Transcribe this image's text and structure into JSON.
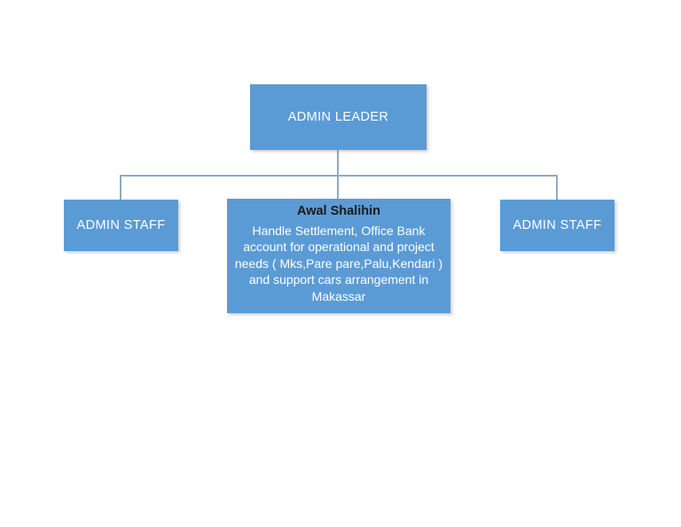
{
  "chart_data": {
    "type": "diagram",
    "diagram_kind": "organizational-chart",
    "title": "",
    "colors": {
      "node_fill": "#5B9BD5",
      "node_text": "#FFFFFF",
      "person_name_text": "#1A1A1A",
      "connector_line": "#8FAAC4",
      "background": "#FFFFFF"
    },
    "nodes": [
      {
        "id": "admin-leader",
        "label": "ADMIN LEADER",
        "level": 0
      },
      {
        "id": "admin-staff-left",
        "label": "ADMIN STAFF",
        "level": 1
      },
      {
        "id": "admin-staff-detail",
        "label": "Awal Shalihin",
        "description": "Handle Settlement, Office Bank account for operational and project needs ( Mks,Pare pare,Palu,Kendari ) and support cars arrangement in Makassar",
        "level": 1
      },
      {
        "id": "admin-staff-right",
        "label": "ADMIN STAFF",
        "level": 1
      }
    ],
    "edges": [
      {
        "from": "admin-leader",
        "to": "admin-staff-left"
      },
      {
        "from": "admin-leader",
        "to": "admin-staff-detail"
      },
      {
        "from": "admin-leader",
        "to": "admin-staff-right"
      }
    ]
  },
  "org_chart": {
    "leader": {
      "title": "ADMIN LEADER"
    },
    "staff_left": {
      "title": "ADMIN STAFF"
    },
    "staff_right": {
      "title": "ADMIN STAFF"
    },
    "staff_detail": {
      "person_name": "Awal Shalihin",
      "description": "Handle Settlement, Office Bank account for operational and project needs ( Mks,Pare pare,Palu,Kendari ) and support cars arrangement in Makassar"
    }
  }
}
